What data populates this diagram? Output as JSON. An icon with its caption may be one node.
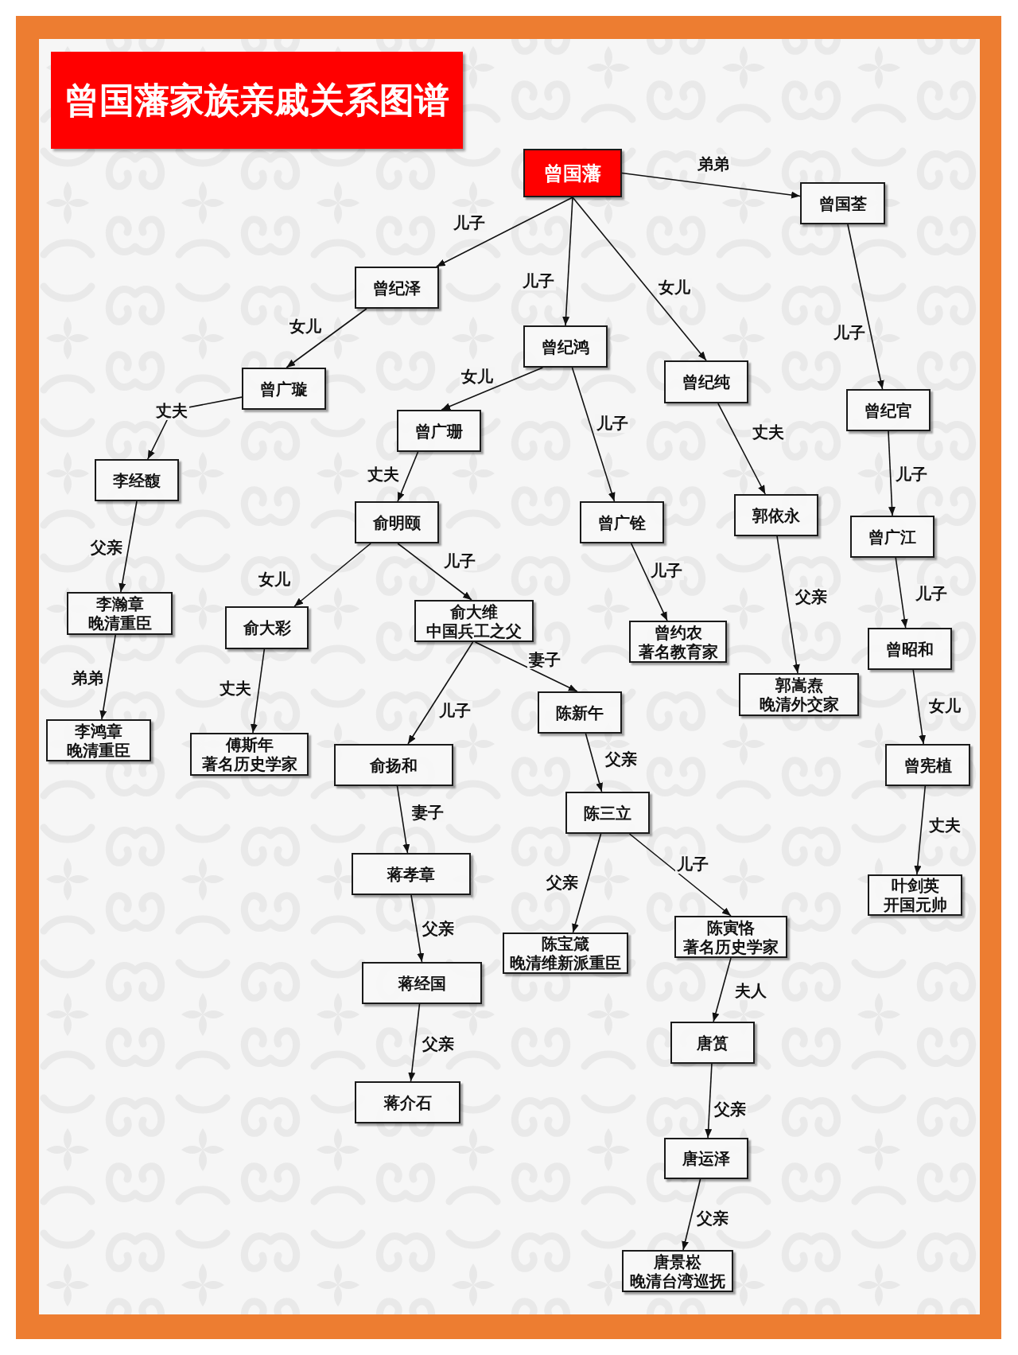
{
  "diagram": {
    "title": "曾国藩家族亲戚关系图谱",
    "nodes": [
      {
        "text": [
          "曾国藩"
        ]
      },
      {
        "text": [
          "曾国荃"
        ]
      },
      {
        "text": [
          "曾纪泽"
        ]
      },
      {
        "text": [
          "曾纪鸿"
        ]
      },
      {
        "text": [
          "曾纪纯"
        ]
      },
      {
        "text": [
          "曾广璇"
        ]
      },
      {
        "text": [
          "曾纪官"
        ]
      },
      {
        "text": [
          "曾广珊"
        ]
      },
      {
        "text": [
          "李经馥"
        ]
      },
      {
        "text": [
          "俞明颐"
        ]
      },
      {
        "text": [
          "曾广铨"
        ]
      },
      {
        "text": [
          "郭依永"
        ]
      },
      {
        "text": [
          "曾广江"
        ]
      },
      {
        "text": [
          "李瀚章",
          "晚清重臣"
        ]
      },
      {
        "text": [
          "俞大彩"
        ]
      },
      {
        "text": [
          "俞大维",
          "中国兵工之父"
        ]
      },
      {
        "text": [
          "曾约农",
          "著名教育家"
        ]
      },
      {
        "text": [
          "曾昭和"
        ]
      },
      {
        "text": [
          "郭嵩焘",
          "晚清外交家"
        ]
      },
      {
        "text": [
          "陈新午"
        ]
      },
      {
        "text": [
          "李鸿章",
          "晚清重臣"
        ]
      },
      {
        "text": [
          "傅斯年",
          "著名历史学家"
        ]
      },
      {
        "text": [
          "俞扬和"
        ]
      },
      {
        "text": [
          "曾宪植"
        ]
      },
      {
        "text": [
          "陈三立"
        ]
      },
      {
        "text": [
          "蒋孝章"
        ]
      },
      {
        "text": [
          "叶剑英",
          "开国元帅"
        ]
      },
      {
        "text": [
          "陈宝箴",
          "晚清维新派重臣"
        ]
      },
      {
        "text": [
          "陈寅恪",
          "著名历史学家"
        ]
      },
      {
        "text": [
          "蒋经国"
        ]
      },
      {
        "text": [
          "唐筼"
        ]
      },
      {
        "text": [
          "蒋介石"
        ]
      },
      {
        "text": [
          "唐运泽"
        ]
      },
      {
        "text": [
          "唐景崧",
          "晚清台湾巡抚"
        ]
      }
    ],
    "edges": [
      {
        "from": 0,
        "to": 1,
        "arrow": "to",
        "label": "弟弟"
      },
      {
        "from": 0,
        "to": 2,
        "arrow": "to",
        "label": "儿子"
      },
      {
        "from": 0,
        "to": 3,
        "arrow": "to",
        "label": "儿子"
      },
      {
        "from": 0,
        "to": 4,
        "arrow": "to",
        "label": "女儿"
      },
      {
        "from": 1,
        "to": 6,
        "arrow": "to",
        "label": "儿子"
      },
      {
        "from": 2,
        "to": 5,
        "arrow": "to",
        "label": "女儿"
      },
      {
        "from": 3,
        "to": 7,
        "arrow": "to",
        "label": "女儿"
      },
      {
        "from": 3,
        "to": 10,
        "arrow": "to",
        "label": "儿子"
      },
      {
        "from": 4,
        "to": 11,
        "arrow": "to",
        "label": "丈夫"
      },
      {
        "from": 6,
        "to": 12,
        "arrow": "to",
        "label": "儿子"
      },
      {
        "from": 5,
        "to": 8,
        "arrow": "to",
        "label": "丈夫"
      },
      {
        "from": 8,
        "to": 13,
        "arrow": "to",
        "label": "父亲"
      },
      {
        "from": 13,
        "to": 20,
        "arrow": "to",
        "label": "弟弟"
      },
      {
        "from": 7,
        "to": 9,
        "arrow": "to",
        "label": "丈夫"
      },
      {
        "from": 9,
        "to": 14,
        "arrow": "to",
        "label": "女儿"
      },
      {
        "from": 9,
        "to": 15,
        "arrow": "to",
        "label": "儿子"
      },
      {
        "from": 14,
        "to": 21,
        "arrow": "to",
        "label": "丈夫"
      },
      {
        "from": 15,
        "to": 22,
        "arrow": "to",
        "label": "儿子"
      },
      {
        "from": 15,
        "to": 19,
        "arrow": "to",
        "label": "妻子"
      },
      {
        "from": 10,
        "to": 16,
        "arrow": "to",
        "label": "儿子"
      },
      {
        "from": 11,
        "to": 18,
        "arrow": "to",
        "label": "父亲"
      },
      {
        "from": 12,
        "to": 17,
        "arrow": "to",
        "label": "儿子"
      },
      {
        "from": 17,
        "to": 23,
        "arrow": "to",
        "label": "女儿"
      },
      {
        "from": 23,
        "to": 26,
        "arrow": "to",
        "label": "丈夫"
      },
      {
        "from": 19,
        "to": 24,
        "arrow": "to",
        "label": "父亲"
      },
      {
        "from": 22,
        "to": 25,
        "arrow": "to",
        "label": "妻子"
      },
      {
        "from": 24,
        "to": 27,
        "arrow": "to",
        "label": "父亲"
      },
      {
        "from": 24,
        "to": 28,
        "arrow": "to",
        "label": "儿子"
      },
      {
        "from": 25,
        "to": 29,
        "arrow": "to",
        "label": "父亲"
      },
      {
        "from": 29,
        "to": 31,
        "arrow": "to",
        "label": "父亲"
      },
      {
        "from": 28,
        "to": 30,
        "arrow": "to",
        "label": "夫人"
      },
      {
        "from": 30,
        "to": 32,
        "arrow": "to",
        "label": "父亲"
      },
      {
        "from": 32,
        "to": 33,
        "arrow": "to",
        "label": "父亲"
      }
    ]
  }
}
